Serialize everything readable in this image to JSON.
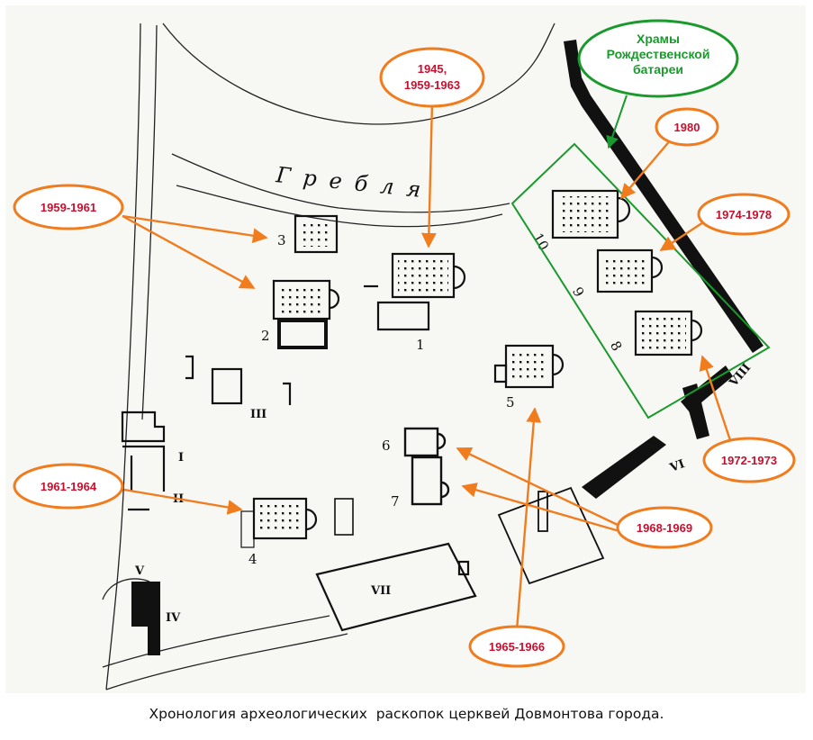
{
  "map_title_label": "Гребля",
  "green_callout": {
    "line1": "Храмы",
    "line2": "Рождественской",
    "line3": "батареи"
  },
  "date_labels": {
    "d1945": {
      "line1": "1945,",
      "line2": "1959-1963"
    },
    "d1959_1961": "1959-1961",
    "d1961_1964": "1961-1964",
    "d1965_1966": "1965-1966",
    "d1968_1969": "1968-1969",
    "d1972_1973": "1972-1973",
    "d1974_1978": "1974-1978",
    "d1980": "1980"
  },
  "church_numbers": {
    "n1": "1",
    "n2": "2",
    "n3": "3",
    "n4": "4",
    "n5": "5",
    "n6": "6",
    "n7": "7",
    "n8": "8",
    "n9": "9",
    "n10": "10"
  },
  "roman_numbers": {
    "r1": "I",
    "r2": "II",
    "r3": "III",
    "r4": "IV",
    "r5": "V",
    "r6": "VI",
    "r7": "VII",
    "r8": "VIII"
  },
  "caption": "Хронология археологических  раскопок церквей Довмонтова города.",
  "colors": {
    "date_oval_stroke": "#f07c1e",
    "date_text": "#c8102e",
    "green": "#1a9a2c",
    "walls": "#111111",
    "background": "#f7f7f4"
  }
}
